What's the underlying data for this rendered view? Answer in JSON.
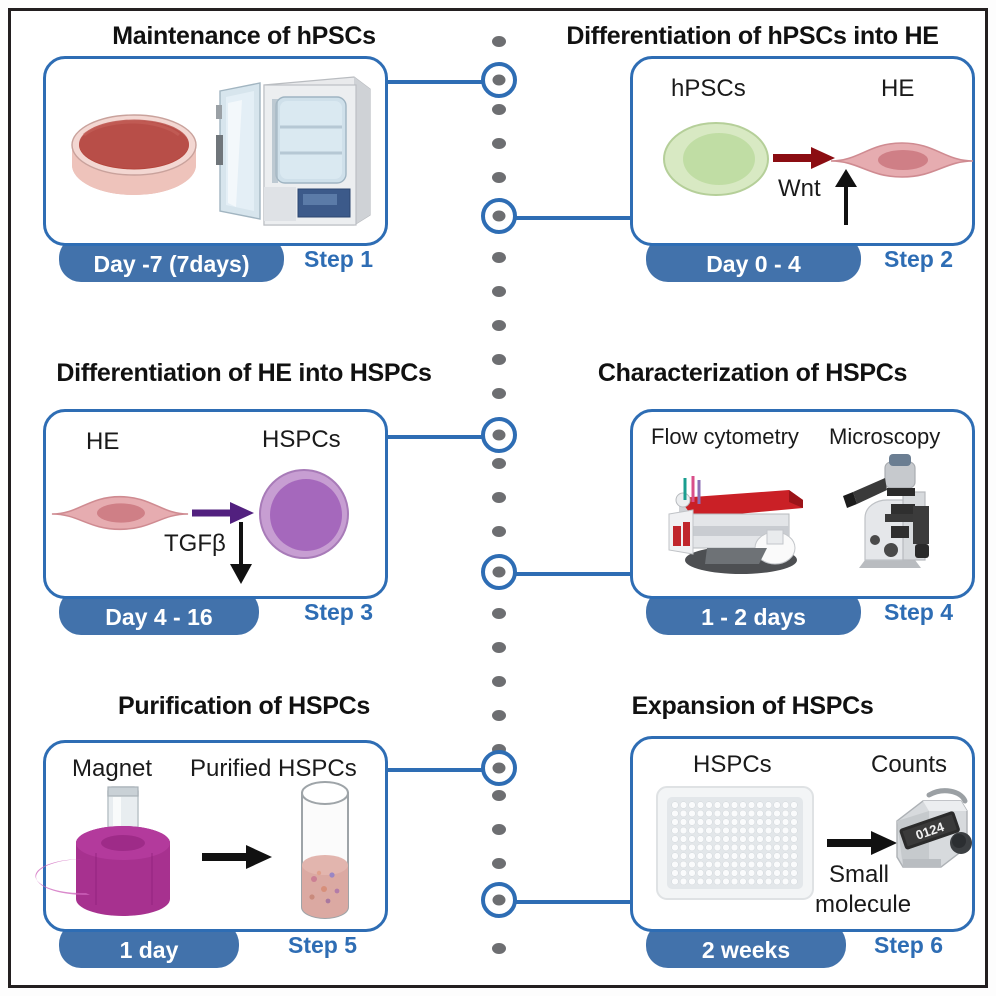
{
  "figure": {
    "kind": "six-step laboratory workflow timeline",
    "accent_blue": "#2e6db4",
    "pill_blue": "#4272ab",
    "dot_gray": "#6d6e71",
    "frame_color": "#231f20"
  },
  "panels": [
    {
      "id": "step1",
      "title": "Maintenance of hPSCs",
      "duration": "Day -7 (7days)",
      "step": "Step 1",
      "icons": [
        "petri-dish-icon",
        "incubator-icon"
      ],
      "labels": []
    },
    {
      "id": "step2",
      "title": "Differentiation of hPSCs into HE",
      "duration": "Day 0 - 4",
      "step": "Step 2",
      "icons": [
        "hpsc-colony-icon",
        "he-cell-icon",
        "red-arrow-icon",
        "up-arrow-icon"
      ],
      "labels": [
        "hPSCs",
        "HE",
        "Wnt"
      ]
    },
    {
      "id": "step3",
      "title": "Differentiation of HE into HSPCs",
      "duration": "Day 4 - 16",
      "step": "Step 3",
      "icons": [
        "he-cell-icon",
        "hspc-cell-icon",
        "purple-arrow-icon",
        "down-arrow-icon"
      ],
      "labels": [
        "HE",
        "HSPCs",
        "TGFβ"
      ]
    },
    {
      "id": "step4",
      "title": "Characterization of HSPCs",
      "duration": "1 - 2 days",
      "step": "Step 4",
      "icons": [
        "flow-cytometer-icon",
        "microscope-icon"
      ],
      "labels": [
        "Flow cytometry",
        "Microscopy"
      ]
    },
    {
      "id": "step5",
      "title": "Purification of HSPCs",
      "duration": "1 day",
      "step": "Step 5",
      "icons": [
        "magnet-icon",
        "test-tube-icon",
        "black-arrow-icon"
      ],
      "labels": [
        "Magnet",
        "Purified HSPCs"
      ]
    },
    {
      "id": "step6",
      "title": "Expansion of HSPCs",
      "duration": "2 weeks",
      "step": "Step 6",
      "icons": [
        "well-plate-icon",
        "tally-counter-icon",
        "black-arrow-icon"
      ],
      "labels": [
        "HSPCs",
        "Counts",
        "Small",
        "molecule"
      ],
      "counter_value": "0124"
    }
  ],
  "timeline": {
    "node_count": 6,
    "node_labels": [
      "node-step1",
      "node-step2",
      "node-step3",
      "node-step4",
      "node-step5",
      "node-step6"
    ]
  }
}
